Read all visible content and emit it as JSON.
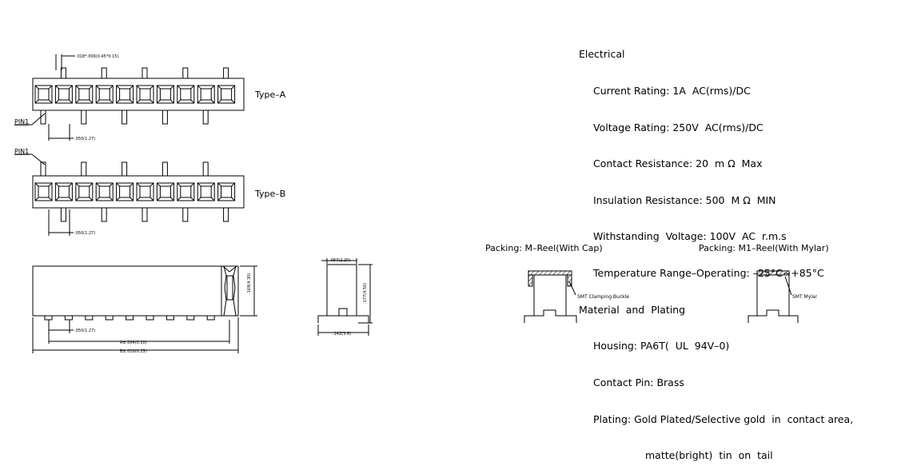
{
  "spec": {
    "electrical_heading": "Electrical",
    "current_rating": "Current Rating: 1A  AC(rms)/DC",
    "voltage_rating": "Voltage Rating: 250V  AC(rms)/DC",
    "contact_resistance": "Contact Resistance: 20  m Ω  Max",
    "insulation_resistance": "Insulation Resistance: 500  M Ω  MIN",
    "withstanding_voltage": "Withstanding  Voltage: 100V  AC  r.m.s",
    "temperature_range": "Temperature Range–Operating: –25°C∼+85°C",
    "material_heading": "Material  and  Plating",
    "housing": "Housing: PA6T(  UL  94V–0)",
    "contact_pin": "Contact Pin: Brass",
    "plating": "Plating: Gold Plated/Selective gold  in  contact area,",
    "plating_cont": "matte(bright)  tin  on  tail"
  },
  "drawing": {
    "type_a_label": "Type–A",
    "type_b_label": "Type–B",
    "pin1_label": "PIN1",
    "dim_pin_width": ".018*.006(0.45*0.15)",
    "dim_pitch": ".050(1.27)",
    "dim_height": ".169(4.30)",
    "dim_a": "A±.004(0.10)",
    "dim_b": "B±.010(0.25)",
    "dim_side_top": ".087(2.20)",
    "dim_side_height": ".177(4.50)",
    "dim_side_bottom": ".142(3.6)"
  },
  "packing": {
    "m_title": "Packing: M–Reel(With  Cap)",
    "m_note": "SMT  Clamping  Buckle",
    "m1_title": "Packing: M1–Reel(With  Mylar)",
    "m1_note": "SMT  Mylar"
  }
}
